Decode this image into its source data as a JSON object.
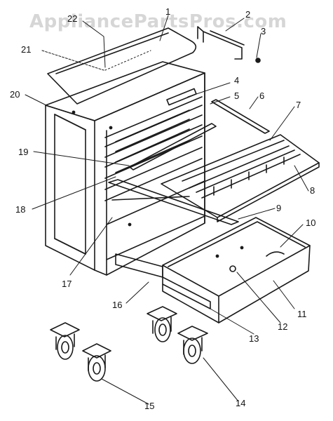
{
  "watermark": "AppliancePartsPros.com",
  "colors": {
    "line": "#1a1a1a",
    "watermark": "#d6d6d6",
    "background": "#ffffff"
  },
  "callouts": {
    "n1": "1",
    "n2": "2",
    "n3": "3",
    "n4": "4",
    "n5": "5",
    "n6": "6",
    "n7": "7",
    "n8": "8",
    "n9": "9",
    "n10": "10",
    "n11": "11",
    "n12": "12",
    "n13": "13",
    "n14": "14",
    "n15": "15",
    "n16": "16",
    "n17": "17",
    "n18": "18",
    "n19": "19",
    "n20": "20",
    "n21": "21",
    "n22": "22"
  }
}
